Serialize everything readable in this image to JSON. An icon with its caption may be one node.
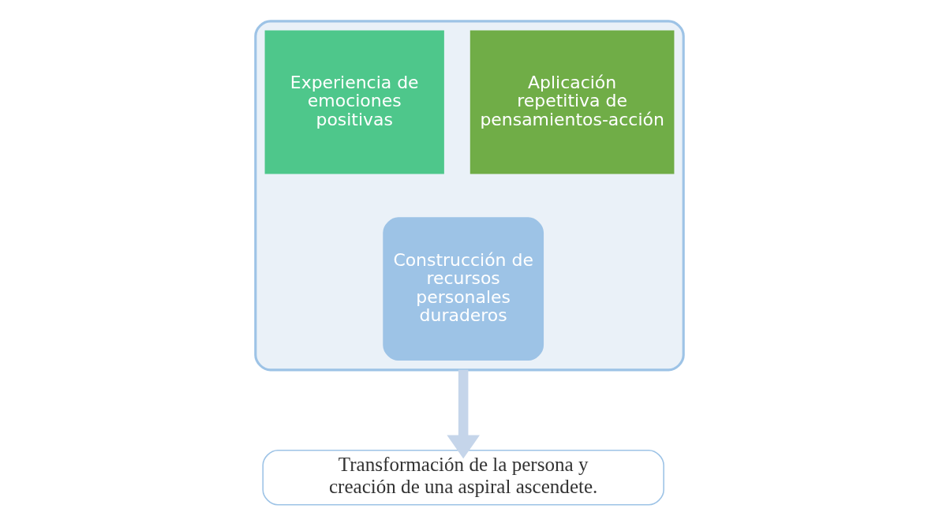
{
  "diagram": {
    "nodes": [
      {
        "text": [],
        "shape": "funnel"
      },
      {
        "text": [
          "Experiencia de emociones positivas"
        ],
        "in": 0
      },
      {
        "text": [
          "Aplicación repetitiva de pensamientos-acción"
        ],
        "in": 0
      },
      {
        "text": [
          "Construcción de recursos personales duraderos"
        ],
        "in": 0
      },
      {
        "text": [
          "Transformación de la persona y creación de una aspiral ascendete."
        ]
      }
    ],
    "edges": [
      {
        "from": 0,
        "to": 4,
        "arrow": "to",
        "color": "#c5d5ea"
      }
    ]
  }
}
